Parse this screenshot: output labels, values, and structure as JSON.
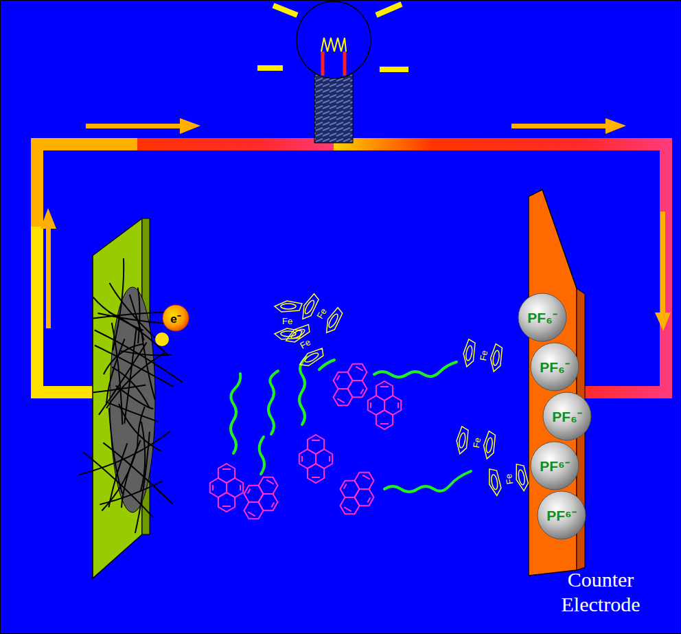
{
  "diagram": {
    "nodes": [
      {
        "text": [
          "e⁻"
        ]
      },
      {
        "text": [
          "PF₆⁻"
        ]
      },
      {
        "text": [
          "PF₆⁻"
        ]
      },
      {
        "text": [
          "PF₆⁻"
        ]
      },
      {
        "text": [
          "PF⁶⁻"
        ]
      },
      {
        "text": [
          "PF⁶⁻"
        ]
      }
    ],
    "labels": [
      "Fe",
      "Fe",
      "Fe",
      "Fe",
      "Fe",
      "Fe",
      "Counter Electrode"
    ]
  }
}
